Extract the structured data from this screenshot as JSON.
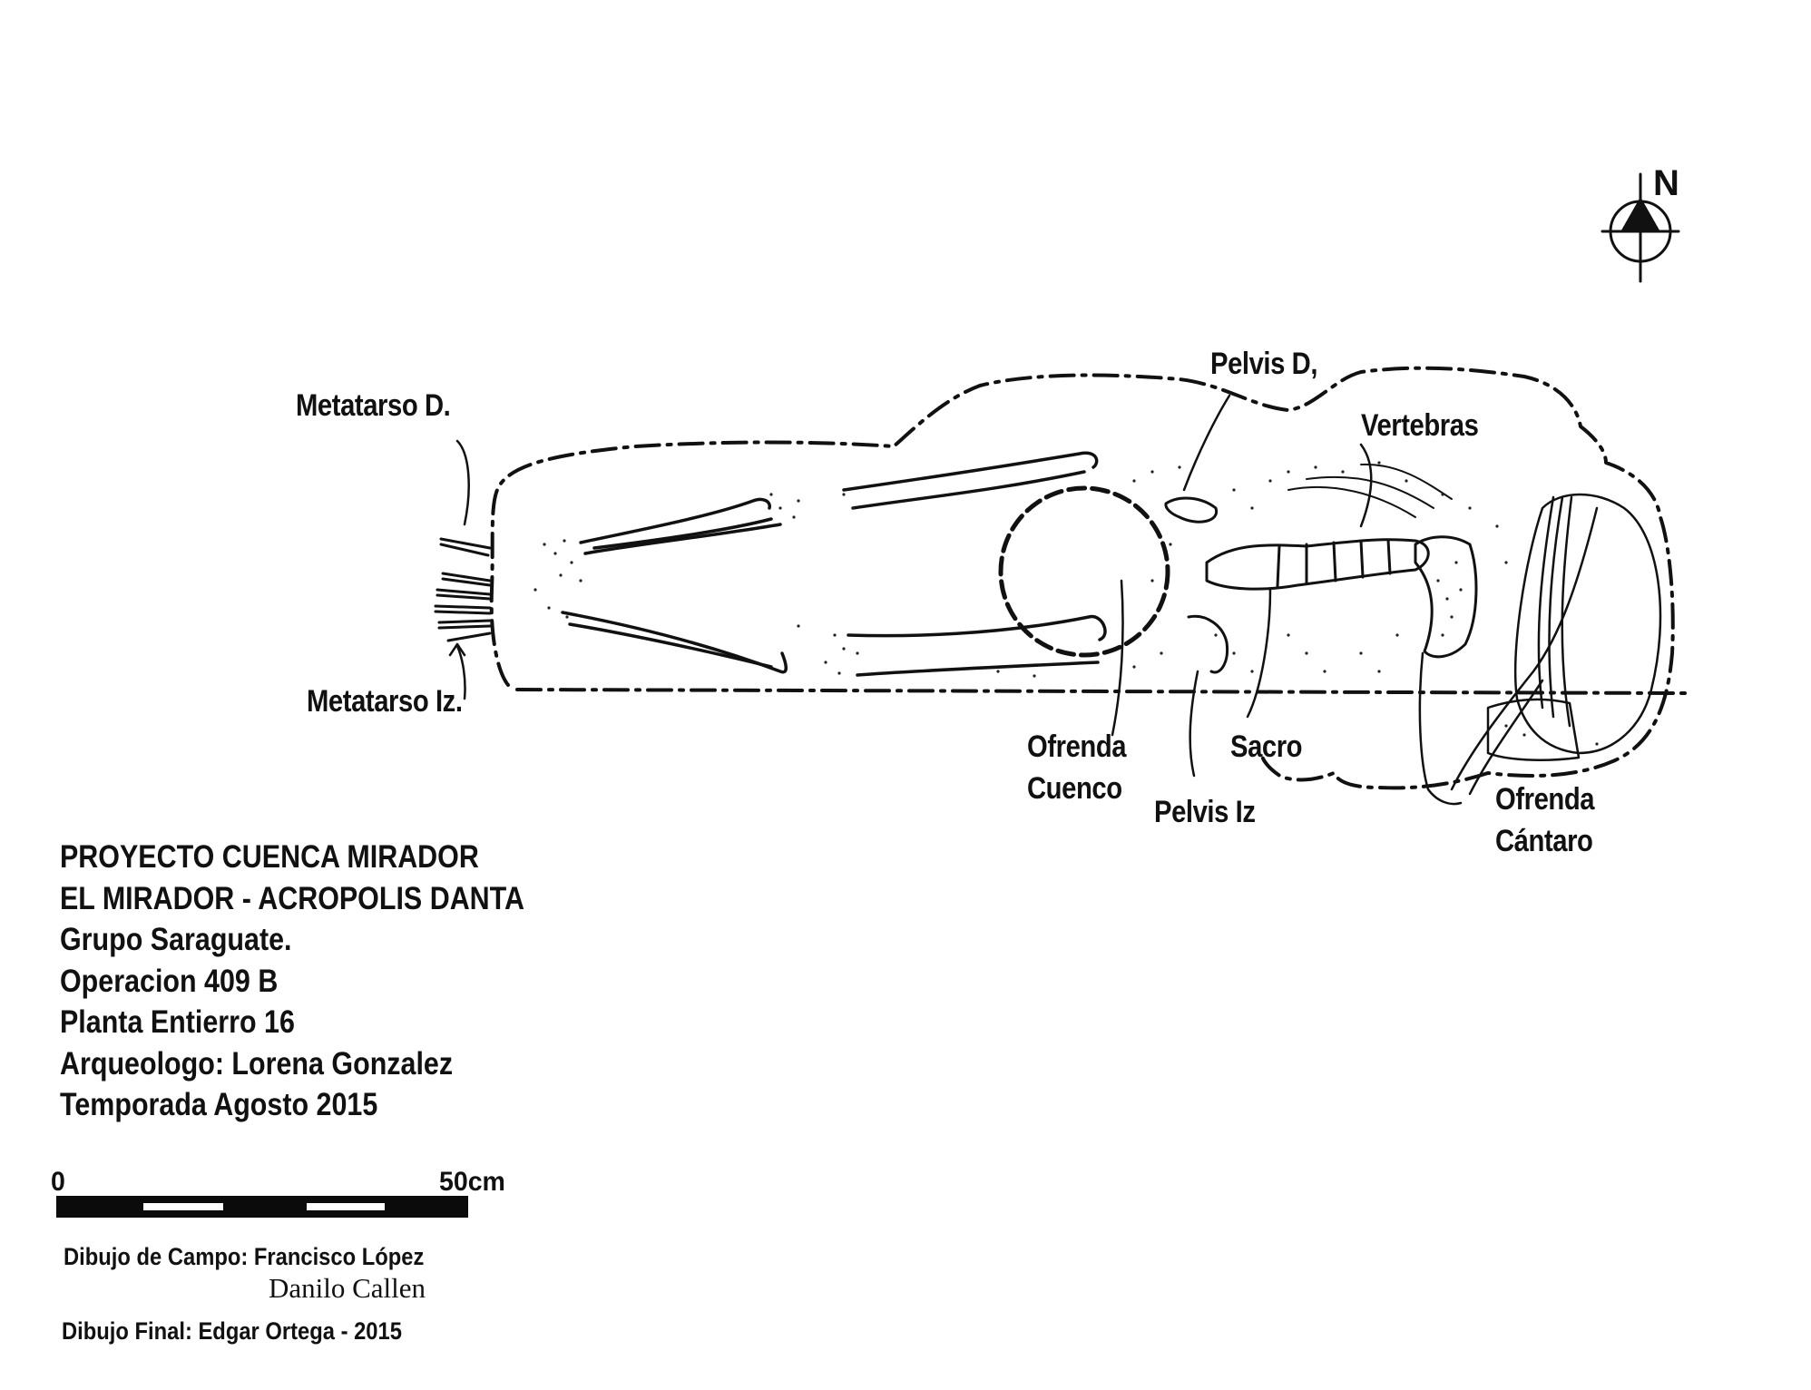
{
  "labels": {
    "metatarso_d": "Metatarso D.",
    "metatarso_iz": "Metatarso Iz.",
    "pelvis_d": "Pelvis D,",
    "vertebras": "Vertebras",
    "ofrenda_cuenco_1": "Ofrenda",
    "ofrenda_cuenco_2": "Cuenco",
    "pelvis_iz": "Pelvis Iz",
    "sacro": "Sacro",
    "ofrenda_cantaro_1": "Ofrenda",
    "ofrenda_cantaro_2": "Cántaro"
  },
  "north": "N",
  "info": {
    "line1": "PROYECTO CUENCA MIRADOR",
    "line2": "EL MIRADOR - ACROPOLIS DANTA",
    "line3": "Grupo Saraguate.",
    "line4": "Operacion 409 B",
    "line5": "Planta Entierro 16",
    "line6": "Arqueologo: Lorena Gonzalez",
    "line7": "Temporada Agosto 2015"
  },
  "scale": {
    "start": "0",
    "end": "50cm"
  },
  "credits": {
    "campo": "Dibujo de Campo: Francisco  López",
    "campo2": "Danilo Callen",
    "final": "Dibujo Final: Edgar Ortega - 2015"
  },
  "colors": {
    "ink": "#111111",
    "paper": "#ffffff"
  }
}
